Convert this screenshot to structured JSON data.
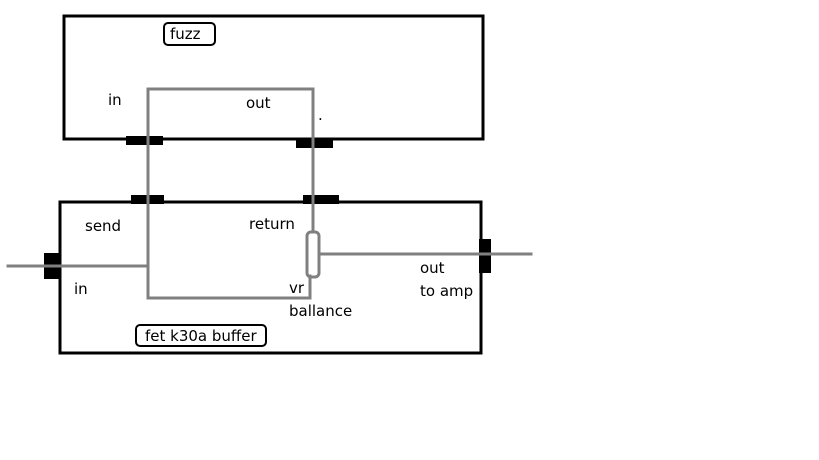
{
  "fuzz_box": {
    "title": "fuzz",
    "in_label": "in",
    "out_label": "out",
    "dot_label": "."
  },
  "buffer_box": {
    "title": "fet k30a buffer",
    "send_label": "send",
    "return_label": "return",
    "in_label": "in",
    "vr_label": "vr",
    "ballance_label": "ballance",
    "out_label": "out",
    "to_amp_label": "to amp"
  },
  "colors": {
    "outline": "#000000",
    "wire": "#808080",
    "background": "#ffffff"
  }
}
